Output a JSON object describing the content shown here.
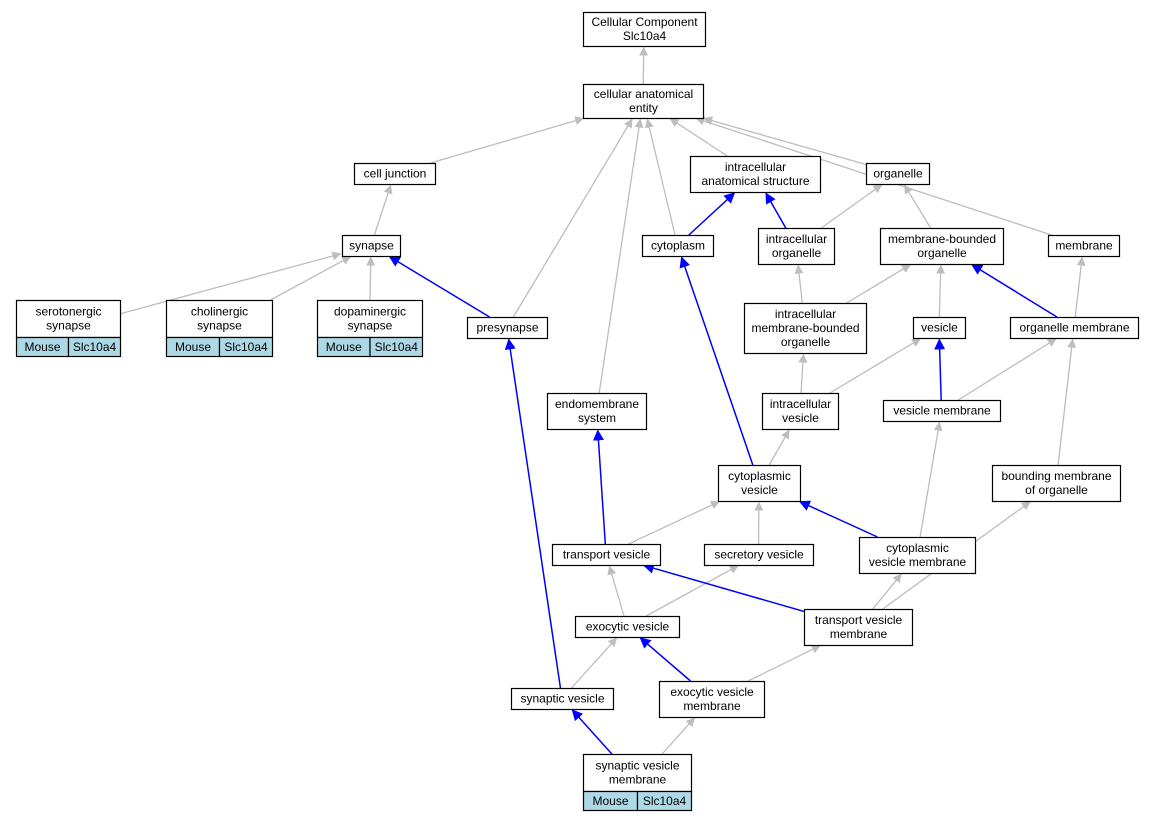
{
  "colors": {
    "is_a_edge": "#bdbdbd",
    "part_of_edge": "#0000ff",
    "annotation_tag": "#add8e6",
    "node_fill": "#ffffff",
    "node_border": "#000000"
  },
  "nodes": [
    {
      "id": "cc_root",
      "lines": [
        "Cellular Component",
        "Slc10a4"
      ]
    },
    {
      "id": "cae",
      "lines": [
        "cellular anatomical",
        "entity"
      ]
    },
    {
      "id": "cell_junction",
      "lines": [
        "cell junction"
      ]
    },
    {
      "id": "ias",
      "lines": [
        "intracellular",
        "anatomical structure"
      ]
    },
    {
      "id": "organelle",
      "lines": [
        "organelle"
      ]
    },
    {
      "id": "synapse",
      "lines": [
        "synapse"
      ]
    },
    {
      "id": "cytoplasm",
      "lines": [
        "cytoplasm"
      ]
    },
    {
      "id": "intra_org",
      "lines": [
        "intracellular",
        "organelle"
      ]
    },
    {
      "id": "mbo",
      "lines": [
        "membrane-bounded",
        "organelle"
      ]
    },
    {
      "id": "membrane",
      "lines": [
        "membrane"
      ]
    },
    {
      "id": "serotonergic",
      "lines": [
        "serotonergic",
        "synapse"
      ],
      "tags": [
        "Mouse",
        "Slc10a4"
      ]
    },
    {
      "id": "cholinergic",
      "lines": [
        "cholinergic",
        "synapse"
      ],
      "tags": [
        "Mouse",
        "Slc10a4"
      ]
    },
    {
      "id": "dopaminergic",
      "lines": [
        "dopaminergic",
        "synapse"
      ],
      "tags": [
        "Mouse",
        "Slc10a4"
      ]
    },
    {
      "id": "presynapse",
      "lines": [
        "presynapse"
      ]
    },
    {
      "id": "imbo",
      "lines": [
        "intracellular",
        "membrane-bounded",
        "organelle"
      ]
    },
    {
      "id": "vesicle",
      "lines": [
        "vesicle"
      ]
    },
    {
      "id": "org_membrane",
      "lines": [
        "organelle membrane"
      ]
    },
    {
      "id": "endomembrane",
      "lines": [
        "endomembrane",
        "system"
      ]
    },
    {
      "id": "intra_vesicle",
      "lines": [
        "intracellular",
        "vesicle"
      ]
    },
    {
      "id": "vesicle_membrane",
      "lines": [
        "vesicle membrane"
      ]
    },
    {
      "id": "cyto_vesicle",
      "lines": [
        "cytoplasmic",
        "vesicle"
      ]
    },
    {
      "id": "bounding_membrane",
      "lines": [
        "bounding membrane",
        "of organelle"
      ]
    },
    {
      "id": "transport_vesicle",
      "lines": [
        "transport vesicle"
      ]
    },
    {
      "id": "secretory_vesicle",
      "lines": [
        "secretory vesicle"
      ]
    },
    {
      "id": "cvm",
      "lines": [
        "cytoplasmic",
        "vesicle membrane"
      ]
    },
    {
      "id": "exocytic_vesicle",
      "lines": [
        "exocytic vesicle"
      ]
    },
    {
      "id": "tvm",
      "lines": [
        "transport vesicle",
        "membrane"
      ]
    },
    {
      "id": "synaptic_vesicle",
      "lines": [
        "synaptic vesicle"
      ]
    },
    {
      "id": "evm",
      "lines": [
        "exocytic vesicle",
        "membrane"
      ]
    },
    {
      "id": "svm",
      "lines": [
        "synaptic vesicle",
        "membrane"
      ],
      "tags": [
        "Mouse",
        "Slc10a4"
      ]
    }
  ],
  "edges": [
    {
      "from": "cae",
      "to": "cc_root",
      "type": "is_a"
    },
    {
      "from": "cell_junction",
      "to": "cae",
      "type": "is_a"
    },
    {
      "from": "presynapse",
      "to": "cae",
      "type": "is_a"
    },
    {
      "from": "endomembrane",
      "to": "cae",
      "type": "is_a"
    },
    {
      "from": "cytoplasm",
      "to": "cae",
      "type": "is_a"
    },
    {
      "from": "ias",
      "to": "cae",
      "type": "is_a"
    },
    {
      "from": "organelle",
      "to": "cae",
      "type": "is_a"
    },
    {
      "from": "membrane",
      "to": "cae",
      "type": "is_a"
    },
    {
      "from": "synapse",
      "to": "cell_junction",
      "type": "is_a"
    },
    {
      "from": "serotonergic",
      "to": "synapse",
      "type": "is_a"
    },
    {
      "from": "cholinergic",
      "to": "synapse",
      "type": "is_a"
    },
    {
      "from": "dopaminergic",
      "to": "synapse",
      "type": "is_a"
    },
    {
      "from": "presynapse",
      "to": "synapse",
      "type": "part_of"
    },
    {
      "from": "cytoplasm",
      "to": "ias",
      "type": "part_of"
    },
    {
      "from": "intra_org",
      "to": "ias",
      "type": "part_of"
    },
    {
      "from": "intra_org",
      "to": "organelle",
      "type": "is_a"
    },
    {
      "from": "mbo",
      "to": "organelle",
      "type": "is_a"
    },
    {
      "from": "imbo",
      "to": "intra_org",
      "type": "is_a"
    },
    {
      "from": "imbo",
      "to": "mbo",
      "type": "is_a"
    },
    {
      "from": "vesicle",
      "to": "mbo",
      "type": "is_a"
    },
    {
      "from": "org_membrane",
      "to": "mbo",
      "type": "part_of"
    },
    {
      "from": "org_membrane",
      "to": "membrane",
      "type": "is_a"
    },
    {
      "from": "intra_vesicle",
      "to": "imbo",
      "type": "is_a"
    },
    {
      "from": "intra_vesicle",
      "to": "vesicle",
      "type": "is_a"
    },
    {
      "from": "vesicle_membrane",
      "to": "vesicle",
      "type": "part_of"
    },
    {
      "from": "vesicle_membrane",
      "to": "org_membrane",
      "type": "is_a"
    },
    {
      "from": "bounding_membrane",
      "to": "org_membrane",
      "type": "is_a"
    },
    {
      "from": "cyto_vesicle",
      "to": "intra_vesicle",
      "type": "is_a"
    },
    {
      "from": "cyto_vesicle",
      "to": "cytoplasm",
      "type": "part_of"
    },
    {
      "from": "transport_vesicle",
      "to": "cyto_vesicle",
      "type": "is_a"
    },
    {
      "from": "secretory_vesicle",
      "to": "cyto_vesicle",
      "type": "is_a"
    },
    {
      "from": "cvm",
      "to": "cyto_vesicle",
      "type": "part_of"
    },
    {
      "from": "cvm",
      "to": "vesicle_membrane",
      "type": "is_a"
    },
    {
      "from": "transport_vesicle",
      "to": "endomembrane",
      "type": "part_of"
    },
    {
      "from": "exocytic_vesicle",
      "to": "transport_vesicle",
      "type": "is_a"
    },
    {
      "from": "exocytic_vesicle",
      "to": "secretory_vesicle",
      "type": "is_a"
    },
    {
      "from": "tvm",
      "to": "transport_vesicle",
      "type": "part_of"
    },
    {
      "from": "tvm",
      "to": "cvm",
      "type": "is_a"
    },
    {
      "from": "tvm",
      "to": "bounding_membrane",
      "type": "is_a"
    },
    {
      "from": "synaptic_vesicle",
      "to": "exocytic_vesicle",
      "type": "is_a"
    },
    {
      "from": "synaptic_vesicle",
      "to": "presynapse",
      "type": "part_of"
    },
    {
      "from": "evm",
      "to": "exocytic_vesicle",
      "type": "part_of"
    },
    {
      "from": "evm",
      "to": "tvm",
      "type": "is_a"
    },
    {
      "from": "svm",
      "to": "synaptic_vesicle",
      "type": "part_of"
    },
    {
      "from": "svm",
      "to": "evm",
      "type": "is_a"
    }
  ]
}
